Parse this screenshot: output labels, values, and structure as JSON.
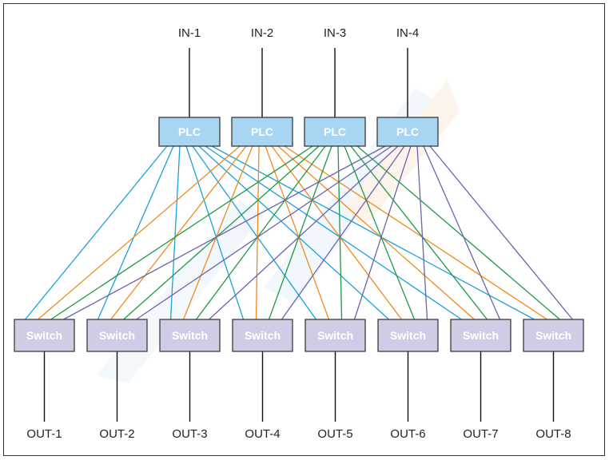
{
  "inputs": [
    "IN-1",
    "IN-2",
    "IN-3",
    "IN-4"
  ],
  "outputs": [
    "OUT-1",
    "OUT-2",
    "OUT-3",
    "OUT-4",
    "OUT-5",
    "OUT-6",
    "OUT-7",
    "OUT-8"
  ],
  "plc_label": "PLC",
  "switch_label": "Switch",
  "colors": {
    "plc_links": [
      "#1aa1d8",
      "#f08a1c",
      "#1b9a45",
      "#6b63ab"
    ],
    "plc_fill": "#a8d6f2",
    "switch_fill": "#cfcde6",
    "watermark": "#cfe6f5"
  }
}
